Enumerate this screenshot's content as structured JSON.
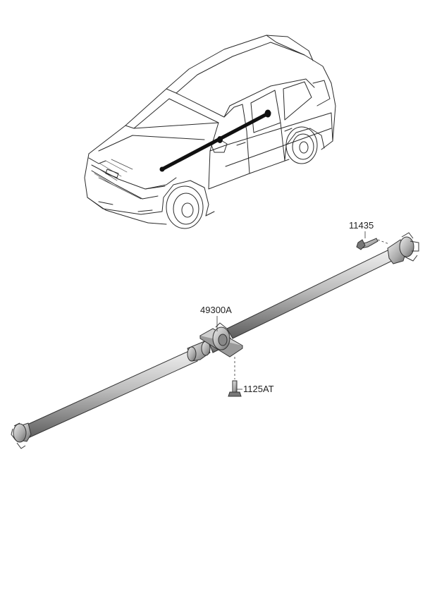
{
  "parts": {
    "bolt_top": "11435",
    "center_bearing": "49300A",
    "bolt_bottom": "1125AT"
  },
  "colors": {
    "line": "#2a2a2a",
    "shaft_dark": "#6e6e6e",
    "shaft_light": "#d9d9d9",
    "highlight": "#111111"
  },
  "icons": {
    "vehicle": "suv-outline-illustration",
    "driveshaft": "propeller-shaft-illustration"
  }
}
